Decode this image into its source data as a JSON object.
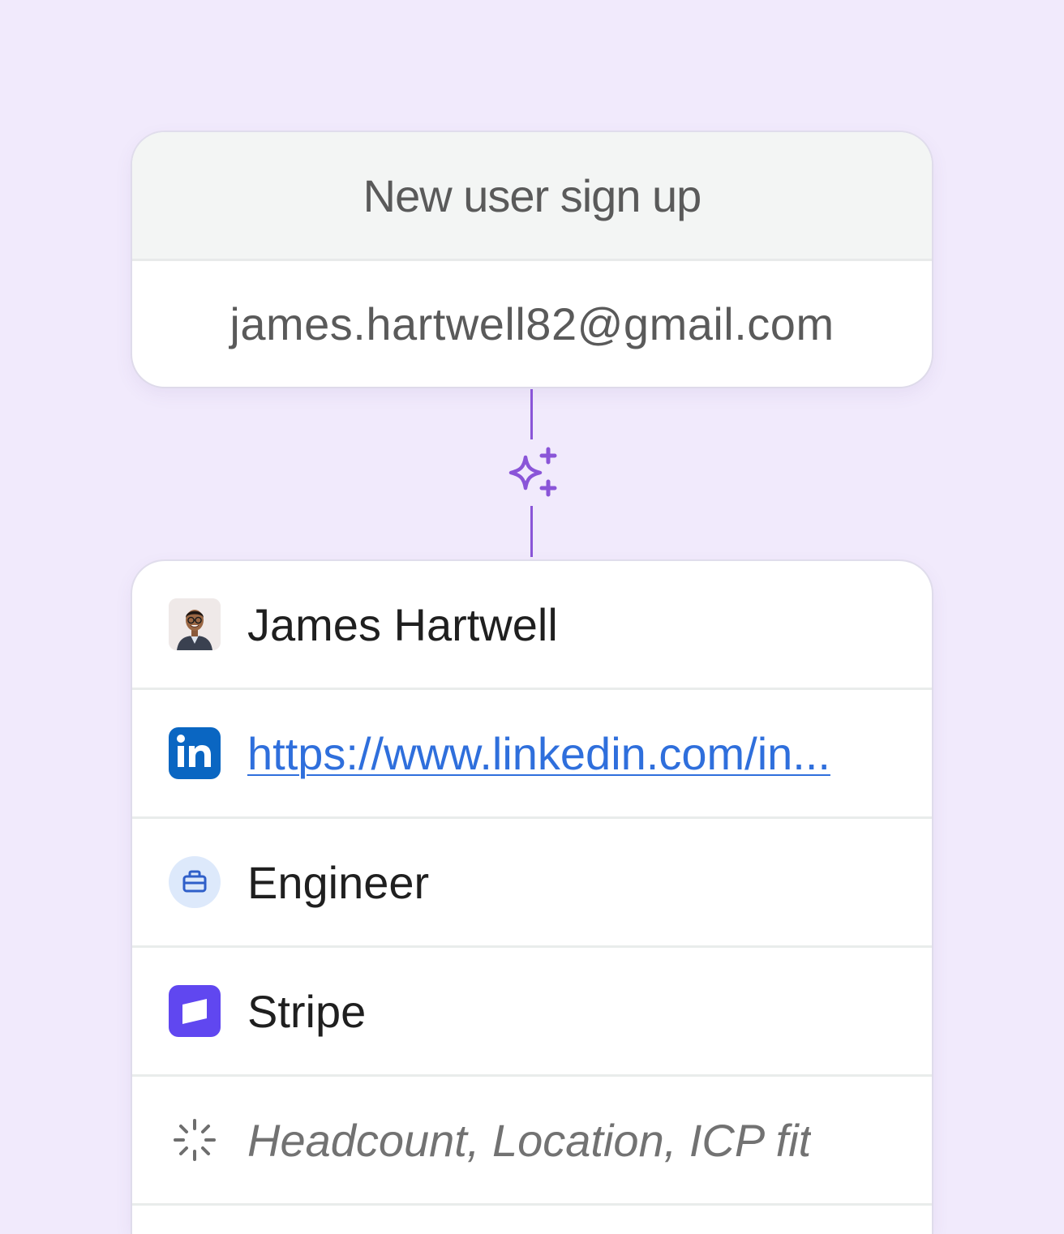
{
  "signup": {
    "title": "New user sign up",
    "email": "james.hartwell82@gmail.com"
  },
  "enrichment": {
    "icon": "sparkles-icon",
    "accent_color": "#8a55d8",
    "rows": [
      {
        "icon": "avatar",
        "value": "James Hartwell"
      },
      {
        "icon": "linkedin-icon",
        "value": "https://www.linkedin.com/in..."
      },
      {
        "icon": "briefcase-icon",
        "value": "Engineer"
      },
      {
        "icon": "company-logo-icon",
        "value": "Stripe"
      },
      {
        "icon": "loading-spinner-icon",
        "value": "Headcount, Location, ICP fit"
      }
    ]
  }
}
